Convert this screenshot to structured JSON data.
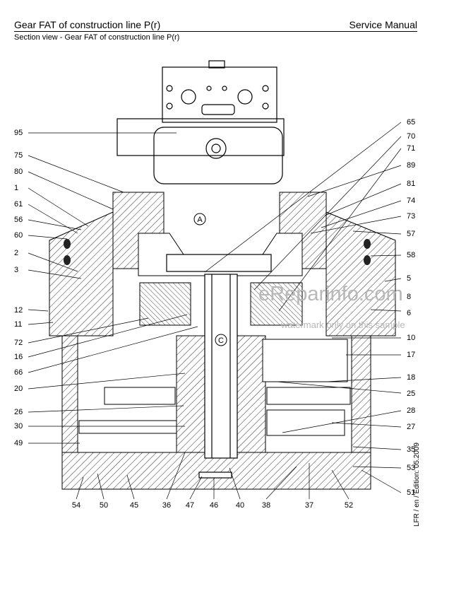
{
  "header": {
    "title": "Gear FAT of construction line P(r)",
    "right": "Service Manual",
    "subtitle": "Section view - Gear FAT of construction line P(r)"
  },
  "side_note": "LFR / en / Edition: 05.2009",
  "watermark": {
    "main": "eReparinfo.com",
    "sub": "watermark only on this sample"
  },
  "circle_labels": [
    "A",
    "C"
  ],
  "labels": {
    "left": [
      "95",
      "75",
      "80",
      "1",
      "61",
      "56",
      "60",
      "2",
      "3",
      "12",
      "11",
      "72",
      "16",
      "66",
      "20",
      "26",
      "30",
      "49"
    ],
    "right": [
      "65",
      "70",
      "71",
      "89",
      "81",
      "74",
      "73",
      "57",
      "58",
      "5",
      "8",
      "6",
      "10",
      "17",
      "18",
      "25",
      "28",
      "27",
      "35",
      "53",
      "51"
    ],
    "bottom": [
      "54",
      "50",
      "45",
      "36",
      "47",
      "46",
      "40",
      "38",
      "37",
      "52"
    ]
  }
}
